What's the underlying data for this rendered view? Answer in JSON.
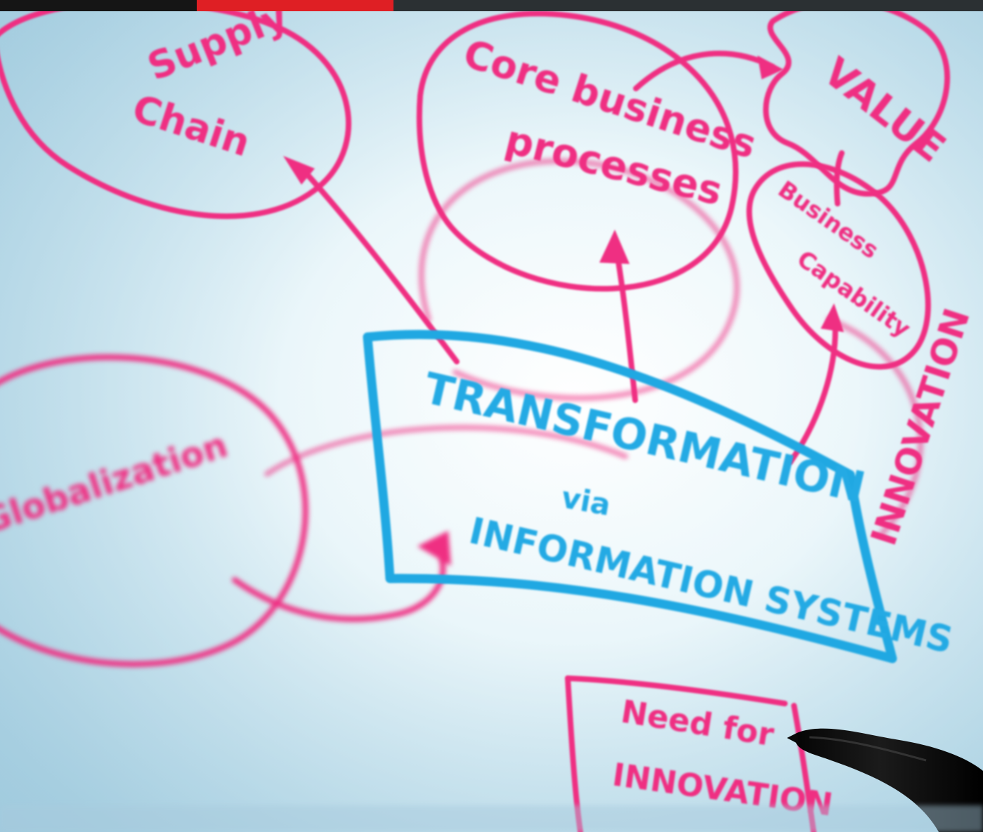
{
  "whiteboard": {
    "top_left_label_line1": "Supply",
    "top_left_label_line2": "Chain",
    "core_line1": "Core business",
    "core_line2": "processes",
    "value_label": "VALUE",
    "right_small_line1": "Business",
    "right_small_line2": "Capability",
    "left_blurred_label": "Globalization",
    "right_vertical_label": "INNOVATION",
    "transformation": "TRANSFORMATION",
    "via": "via",
    "information_systems": "INFORMATION SYSTEMS",
    "need_for": "Need for",
    "innovation": "INNOVATION"
  },
  "colors": {
    "red_bar": "#df1f24",
    "dark_bar": "#151515",
    "marker_pink": "#ef2f82",
    "marker_blue": "#20a8e2",
    "whiteboard_light": "#e8f5f9"
  },
  "icons": {
    "marker": "black-marker-pen"
  }
}
